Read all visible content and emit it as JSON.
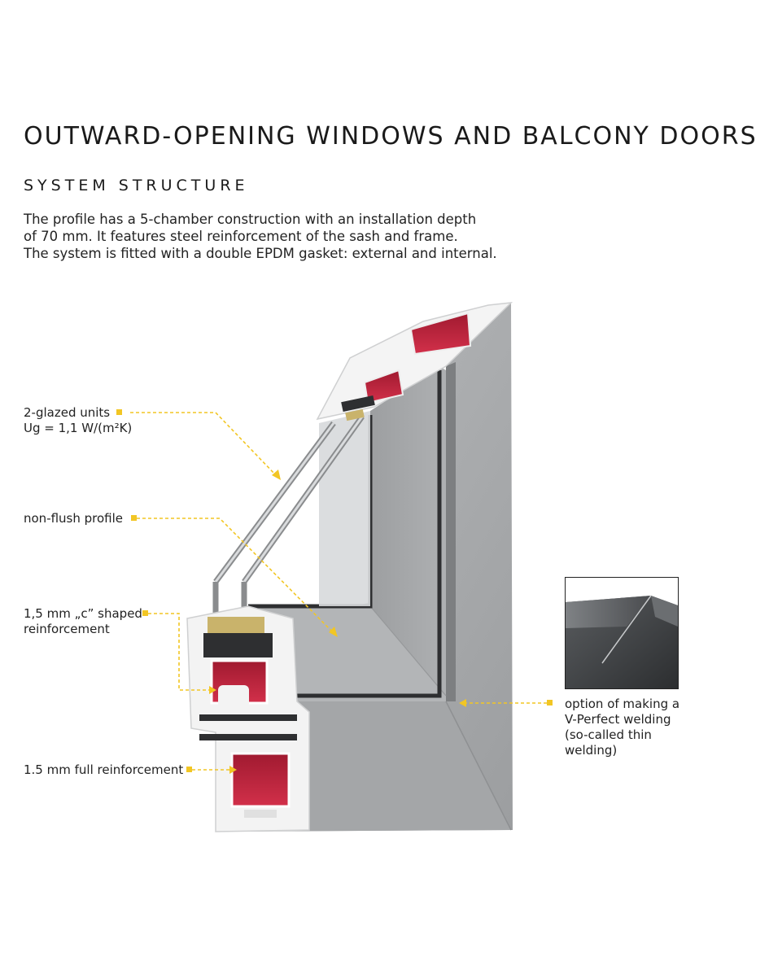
{
  "header": {
    "title": "OUTWARD-OPENING WINDOWS AND BALCONY DOORS",
    "subtitle": "SYSTEM STRUCTURE"
  },
  "description": {
    "lines": [
      "The profile has a 5-chamber construction with an installation depth",
      "of 70 mm. It features steel reinforcement of the sash and frame.",
      "The system is fitted with a double EPDM gasket: external and internal."
    ]
  },
  "callouts": {
    "glazing": {
      "lines": [
        "2-glazed units",
        "Ug = 1,1 W/(m²K)"
      ]
    },
    "profile": {
      "lines": [
        "non-flush profile"
      ]
    },
    "c_reinforcement": {
      "lines": [
        "1,5 mm „c” shaped",
        "reinforcement"
      ]
    },
    "full_reinforcement": {
      "lines": [
        "1.5 mm full reinforcement"
      ]
    },
    "welding": {
      "lines": [
        "option of making a",
        "V-Perfect welding",
        "(so-called thin",
        "welding)"
      ]
    }
  },
  "colors": {
    "callout": "#f2c624",
    "profile_grey": "#a9abad",
    "reinforcement_red": "#c2213b",
    "gasket_dark": "#2e2f31",
    "text": "#1a1a1a"
  }
}
